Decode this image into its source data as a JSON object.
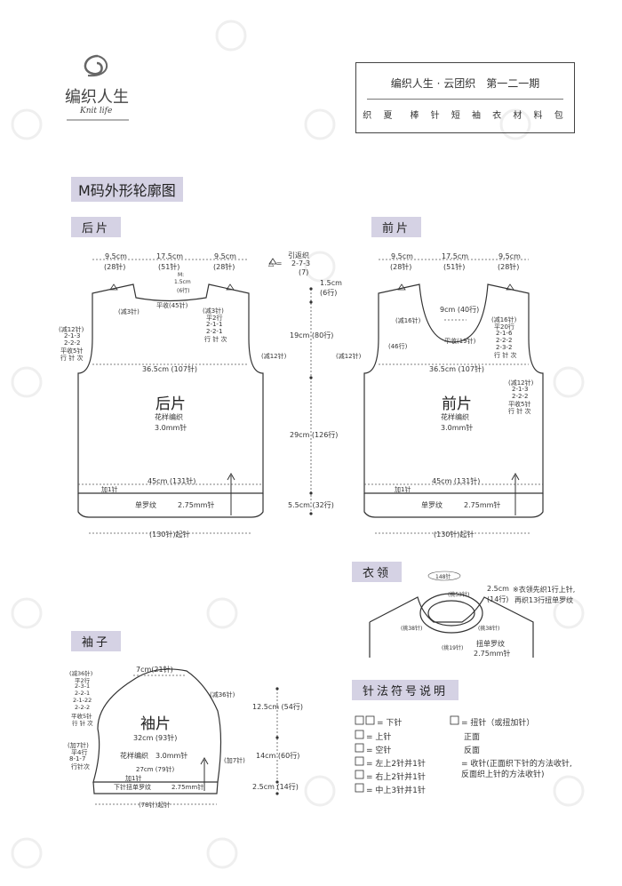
{
  "logo": {
    "name": "编织人生",
    "sub": "Knit life"
  },
  "header": {
    "line1": "编织人生 · 云团织　第一二一期",
    "line2": "织 夏　棒 针 短 袖 衣 材 料 包"
  },
  "main_title": "M码外形轮廓图",
  "back": {
    "tag": "后片",
    "top_widths": [
      "9.5cm",
      "(28针)",
      "17.5cm",
      "(51针)",
      "9.5cm",
      "(28针)"
    ],
    "triangle_note": [
      "△ =",
      "引返织",
      "2-7-3",
      "(7)"
    ],
    "neck_depth": [
      "M:",
      "1.5cm",
      "(6行)"
    ],
    "neck_bind": "平收(45针)",
    "shoulder_left": "(减3针)",
    "shoulder_right": [
      "(减3针)",
      "平2行",
      "2-1-1",
      "2-2-1",
      "行 针 次"
    ],
    "armhole_left": [
      "(减12针)",
      "2-1-3",
      "2-2-2",
      "平收5针",
      "行 针 次"
    ],
    "armhole_right": "(减12针)",
    "bust": "36.5cm (107针)",
    "name": "后片",
    "stitch": "花样编织",
    "needle": "3.0mm针",
    "hem_width": "45cm (131针)",
    "add": "加1针",
    "rib": "单罗纹",
    "rib_needle": "2.75mm针",
    "cast_on": "(130针)起针"
  },
  "heights": [
    "1.5cm",
    "(6行)",
    "19cm (80行)",
    "29cm (126行)",
    "5.5cm (32行)"
  ],
  "front": {
    "tag": "前片",
    "top_widths": [
      "9.5cm",
      "(28针)",
      "17.5cm",
      "(51针)",
      "9.5cm",
      "(28针)"
    ],
    "neck_depth": "9cm (40行)",
    "neck_bind": "平收(19针)",
    "neck_left": "(减16针)",
    "neck_rows": "(46行)",
    "neck_right": [
      "(减16针)",
      "平20行",
      "2-1-6",
      "2-2-2",
      "2-3-2",
      "行 针 次"
    ],
    "armhole_left": "(减12针)",
    "armhole_right": [
      "(减12针)",
      "2-1-3",
      "2-2-2",
      "平收5针",
      "行 针 次"
    ],
    "bust": "36.5cm (107针)",
    "name": "前片",
    "stitch": "花样编织",
    "needle": "3.0mm针",
    "hem_width": "45cm (131针)",
    "add": "加1针",
    "rib": "单罗纹",
    "rib_needle": "2.75mm针",
    "cast_on": "(130针)起针"
  },
  "collar": {
    "tag": "衣领",
    "st148": "148针",
    "picks": [
      "(挑53针)",
      "(挑38针)",
      "(挑38针)",
      "(挑19针)"
    ],
    "height": [
      "2.5cm",
      "(14行)"
    ],
    "note": [
      "※衣领先织1行上针,",
      "再织13行扭单罗纹"
    ],
    "rib": [
      "扭单罗纹",
      "2.75mm针"
    ]
  },
  "sleeve": {
    "tag": "袖子",
    "top": "7cm(21针)",
    "left_top": [
      "(减36针)",
      "平2行",
      "2-3-1",
      "2-2-1",
      "2-1-22",
      "2-2-2",
      "平收5针",
      "行 针 次"
    ],
    "right_top": "(减36针)",
    "left_bottom": [
      "(加7针)",
      "平4行",
      "8-1-7",
      "行针次"
    ],
    "right_bottom": "(加7针)",
    "name": "袖片",
    "width": "32cm (93针)",
    "stitch": "花样编织",
    "needle": "3.0mm针",
    "width2": "27cm (79针)",
    "add": "加1针",
    "rib": "下针扭单罗纹",
    "rib_needle": "2.75mm针",
    "cast_on": "(78针)起针",
    "heights": [
      "12.5cm (54行)",
      "14cm (60行)",
      "2.5cm (14行)"
    ]
  },
  "legend": {
    "tag": "针法符号说明",
    "items_left": [
      "= 下针",
      "= 上针",
      "= 空针",
      "= 左上2针并1针",
      "= 右上2针并1针",
      "= 中上3针并1针"
    ],
    "items_right": [
      "= 扭针（或扭加针）",
      "正面",
      "反面",
      "= 收针(正面织下针的方法收针,",
      "反面织上针的方法收针)"
    ]
  },
  "colors": {
    "tag_bg": "#d5d2e4",
    "line": "#333333",
    "watermark": "#ececec"
  }
}
